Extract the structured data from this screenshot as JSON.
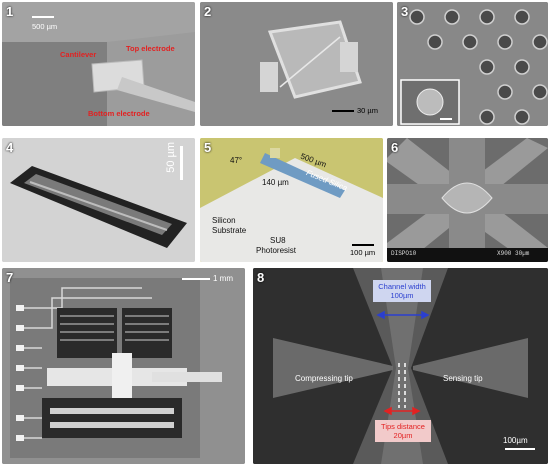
{
  "panels": {
    "p1": {
      "number": "1",
      "scale": "500 µm",
      "labels": {
        "cantilever": "Cantilever",
        "top": "Top electrode",
        "bottom": "Bottom electrode"
      }
    },
    "p2": {
      "number": "2",
      "scale": "30 µm"
    },
    "p3": {
      "number": "3"
    },
    "p4": {
      "number": "4",
      "scale": "50 µm"
    },
    "p5": {
      "number": "5",
      "scale": "100 µm",
      "labels": {
        "angle": "47°",
        "length": "500 µm",
        "depth": "140 µm",
        "fused": "Fused Silica",
        "substrate_l1": "Silicon",
        "substrate_l2": "Substrate",
        "su8": "SU8",
        "photoresist": "Photoresist"
      }
    },
    "p6": {
      "number": "6",
      "caption_left": "DISPO10",
      "caption_right": "X900 30µm"
    },
    "p7": {
      "number": "7",
      "scale": "1 mm"
    },
    "p8": {
      "number": "8",
      "scale": "100µm",
      "labels": {
        "channel_l1": "Channel width",
        "channel_l2": "100µm",
        "compress": "Compressing tip",
        "sensing": "Sensing tip",
        "tips_l1": "Tips distance",
        "tips_l2": "20µm"
      }
    }
  }
}
